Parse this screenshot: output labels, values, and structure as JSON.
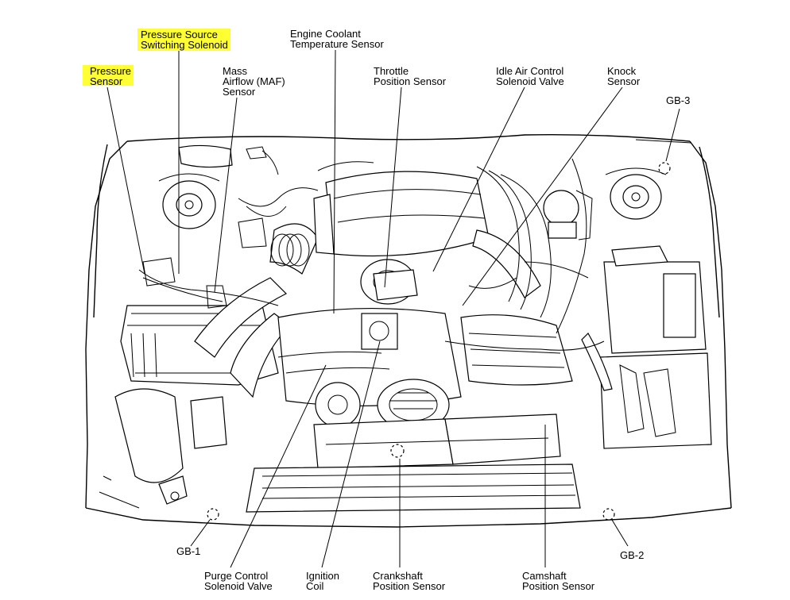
{
  "labels": {
    "pressure_source_switching_solenoid": [
      "Pressure Source",
      "Switching Solenoid"
    ],
    "pressure_sensor": [
      "Pressure",
      "Sensor"
    ],
    "mass_airflow_sensor": [
      "Mass",
      "Airflow (MAF)",
      "Sensor"
    ],
    "engine_coolant_temperature_sensor": [
      "Engine Coolant",
      "Temperature Sensor"
    ],
    "throttle_position_sensor": [
      "Throttle",
      "Position Sensor"
    ],
    "idle_air_control_solenoid_valve": [
      "Idle Air Control",
      "Solenoid Valve"
    ],
    "knock_sensor": [
      "Knock",
      "Sensor"
    ],
    "gb3": "GB-3",
    "gb1": "GB-1",
    "gb2": "GB-2",
    "purge_control_solenoid_valve": [
      "Purge Control",
      "Solenoid Valve"
    ],
    "ignition_coil": [
      "Ignition",
      "Coil"
    ],
    "crankshaft_position_sensor": [
      "Crankshaft",
      "Position Sensor"
    ],
    "camshaft_position_sensor": [
      "Camshaft",
      "Position Sensor"
    ]
  },
  "colors": {
    "highlight": "#ffff33",
    "line": "#000000",
    "background": "#ffffff"
  }
}
